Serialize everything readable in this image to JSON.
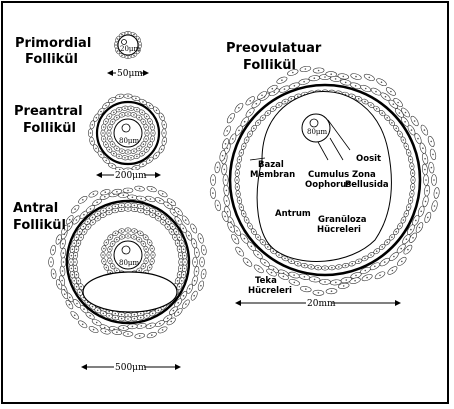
{
  "titles": {
    "primordial": [
      "Primordial",
      "Follikül"
    ],
    "preantral": [
      "Preantral",
      "Follikül"
    ],
    "antral": [
      "Antral",
      "Follikül"
    ],
    "preovulatory": [
      "Preovulatuar",
      "Follikül"
    ]
  },
  "inner_labels": {
    "primordial_oocyte": "20μm",
    "preantral_oocyte": "80μm",
    "antral_oocyte": "80μm",
    "preovulatory_oocyte": "80μm"
  },
  "scales": {
    "primordial": "50μm",
    "preantral": "200μm",
    "antral": "500μm",
    "preovulatory": "20mm"
  },
  "annotations": {
    "oosit": "Oosit",
    "bazal_membran": [
      "Bazal",
      "Membran"
    ],
    "cumulus_oophorus": [
      "Cumulus",
      "Oophorus"
    ],
    "zona_pellusida": [
      "Zona",
      "Pellusida"
    ],
    "antrum": "Antrum",
    "granuloza": [
      "Granüloza",
      "Hücreleri"
    ],
    "teka": [
      "Teka",
      "Hücreleri"
    ]
  }
}
